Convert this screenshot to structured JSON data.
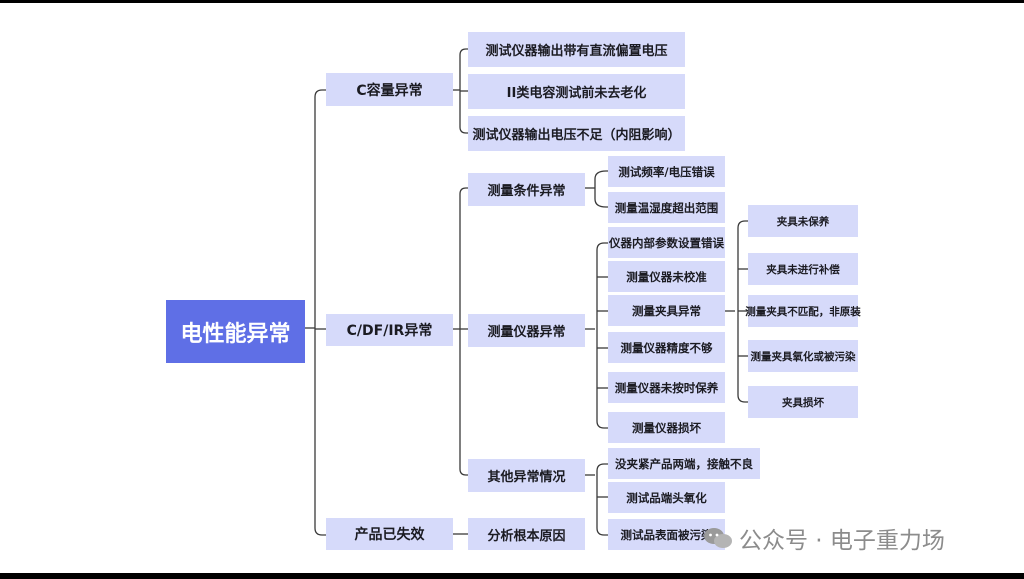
{
  "root": "电性能异常",
  "level1": [
    "C容量异常",
    "C/DF/IR异常",
    "产品已失效"
  ],
  "capacity": [
    "测试仪器输出带有直流偏置电压",
    "II类电容测试前未去老化",
    "测试仪器输出电压不足（内阻影响）"
  ],
  "cdfir": [
    "测量条件异常",
    "测量仪器异常",
    "其他异常情况"
  ],
  "failed": [
    "分析根本原因"
  ],
  "condition": [
    "测试频率/电压错误",
    "测量温湿度超出范围"
  ],
  "instrument": [
    "仪器内部参数设置错误",
    "测量仪器未校准",
    "测量夹具异常",
    "测量仪器精度不够",
    "测量仪器未按时保养",
    "测量仪器损坏"
  ],
  "other": [
    "没夹紧产品两端，接触不良",
    "测试品端头氧化",
    "测试品表面被污染"
  ],
  "fixture": [
    "夹具未保养",
    "夹具未进行补偿",
    "测量夹具不匹配，非原装",
    "测量夹具氧化或被污染",
    "夹具损坏"
  ],
  "watermark": "公众号 · 电子重力场",
  "colors": {
    "root": "#5f6fe6",
    "node": "#d6dafa",
    "line": "#3a3a3a"
  }
}
